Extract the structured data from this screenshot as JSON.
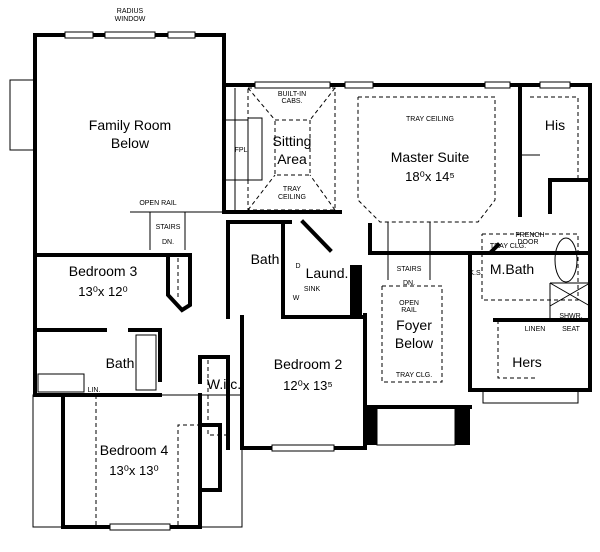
{
  "notes": {
    "radius_window": [
      "RADIUS",
      "WINDOW"
    ],
    "built_in_cabs": [
      "BUILT-IN",
      "CABS."
    ],
    "sitting_tray": [
      "TRAY",
      "CEILING"
    ],
    "master_tray": "TRAY CEILING",
    "fpl": "FPL",
    "open_rail_left": "OPEN RAIL",
    "stairs_left": [
      "STAIRS",
      "DN."
    ],
    "french_door": [
      "FRENCH",
      "DOOR"
    ],
    "stairs_center": [
      "STAIRS",
      "DN."
    ],
    "open_rail_center": [
      "OPEN",
      "RAIL"
    ],
    "sink": "SINK",
    "dryer": "D",
    "washer": "W",
    "mbath_tray": "TRAY CLG.",
    "ks": "K.S.",
    "shower": "SHWR.",
    "linen": "LINEN",
    "seat": "SEAT",
    "foyer_tray": "TRAY CLG.",
    "lin": "LIN."
  },
  "rooms": {
    "family_room": [
      "Family Room",
      "Below"
    ],
    "sitting_area": [
      "Sitting",
      "Area"
    ],
    "master_suite": {
      "name": "Master Suite",
      "dims": "18⁰x 14⁵"
    },
    "his": "His",
    "bedroom3": {
      "name": "Bedroom 3",
      "dims": "13⁰x 12⁰"
    },
    "bath_hall": "Bath",
    "laundry": "Laund.",
    "mbath": "M.Bath",
    "foyer": [
      "Foyer",
      "Below"
    ],
    "hers": "Hers",
    "bath_left": "Bath",
    "wic": "W.i.c.",
    "bedroom2": {
      "name": "Bedroom 2",
      "dims": "12⁰x 13⁵"
    },
    "bedroom4": {
      "name": "Bedroom 4",
      "dims": "13⁰x 13⁰"
    }
  }
}
